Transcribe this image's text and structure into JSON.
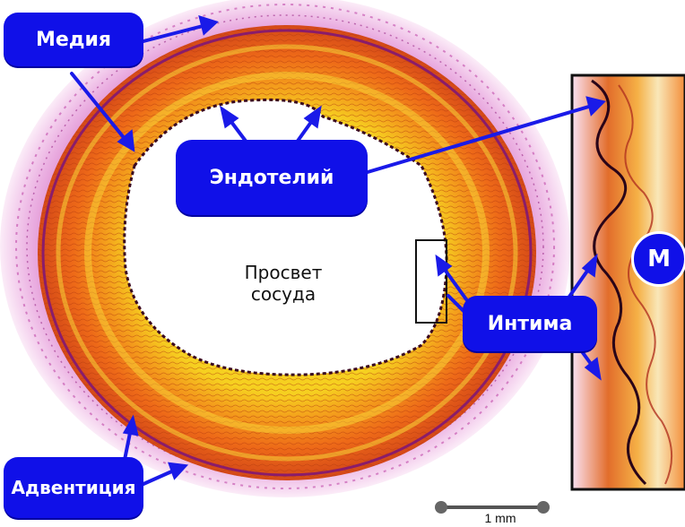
{
  "labels": {
    "media": "Медия",
    "endothelium": "Эндотелий",
    "lumen_line1": "Просвет",
    "lumen_line2": "сосуда",
    "intima": "Интима",
    "adventitia": "Адвентиция",
    "media_marker": "M",
    "scale": "1 mm"
  },
  "colors": {
    "label_fill": "#1010e8",
    "media_orange": "#f07a1a",
    "media_yellow": "#f2c318",
    "adventitia_pink": "#c65ab8",
    "endothelium_dark": "#3a0820"
  }
}
